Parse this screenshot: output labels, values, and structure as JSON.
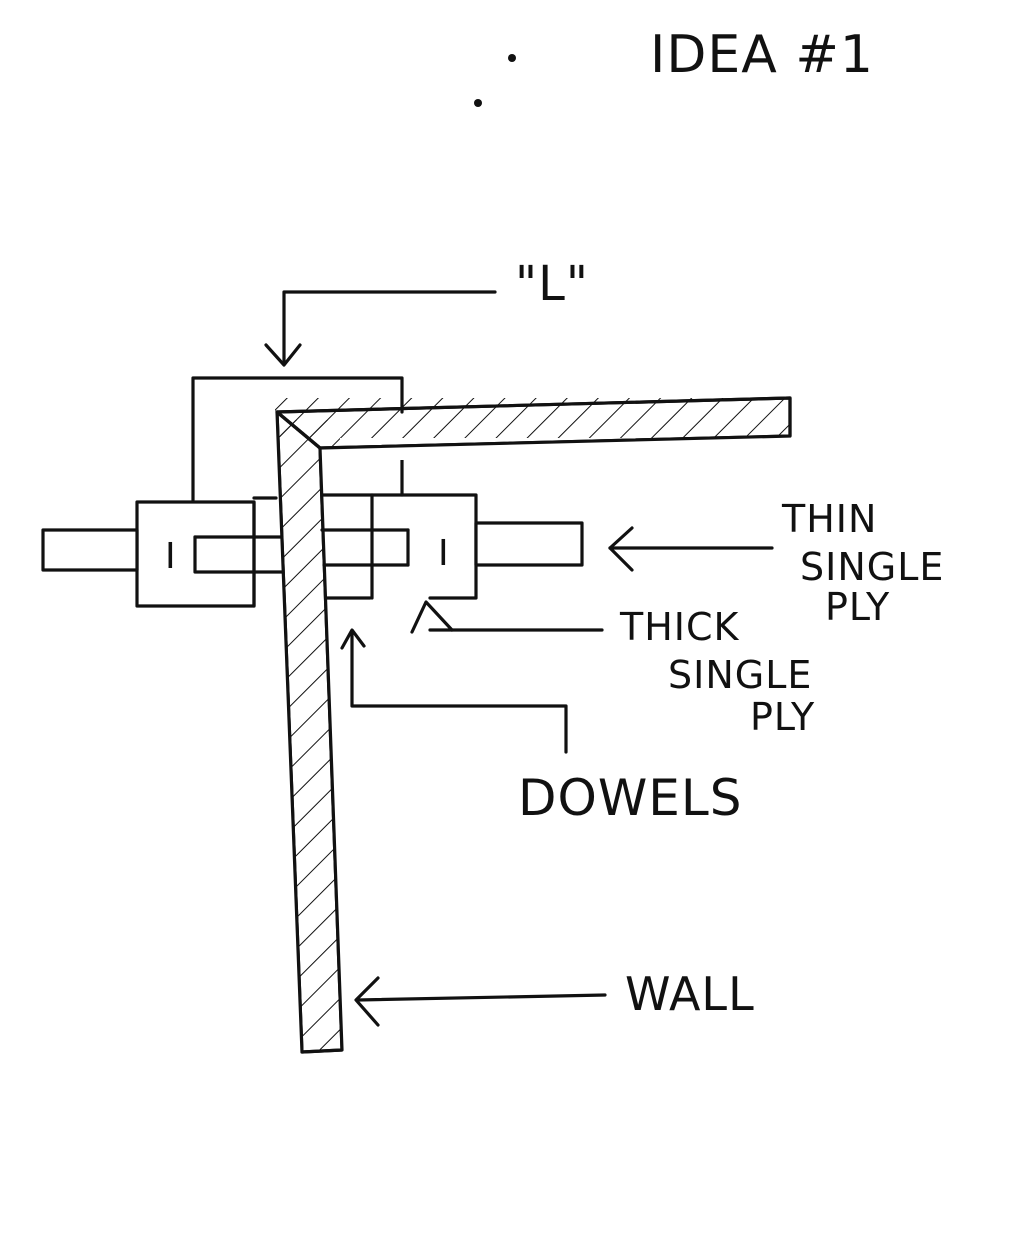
{
  "title": "IDEA #1",
  "labels": {
    "l_piece": "\"L\"",
    "thin_line1": "THIN",
    "thin_line2": "SINGLE",
    "thin_line3": "PLY",
    "thick_line1": "THICK",
    "thick_line2": "SINGLE",
    "thick_line3": "PLY",
    "dowels": "DOWELS",
    "wall": "WALL",
    "left_slot": "I",
    "right_slot": "I"
  },
  "colors": {
    "ink": "#111111",
    "paper": "#ffffff"
  }
}
